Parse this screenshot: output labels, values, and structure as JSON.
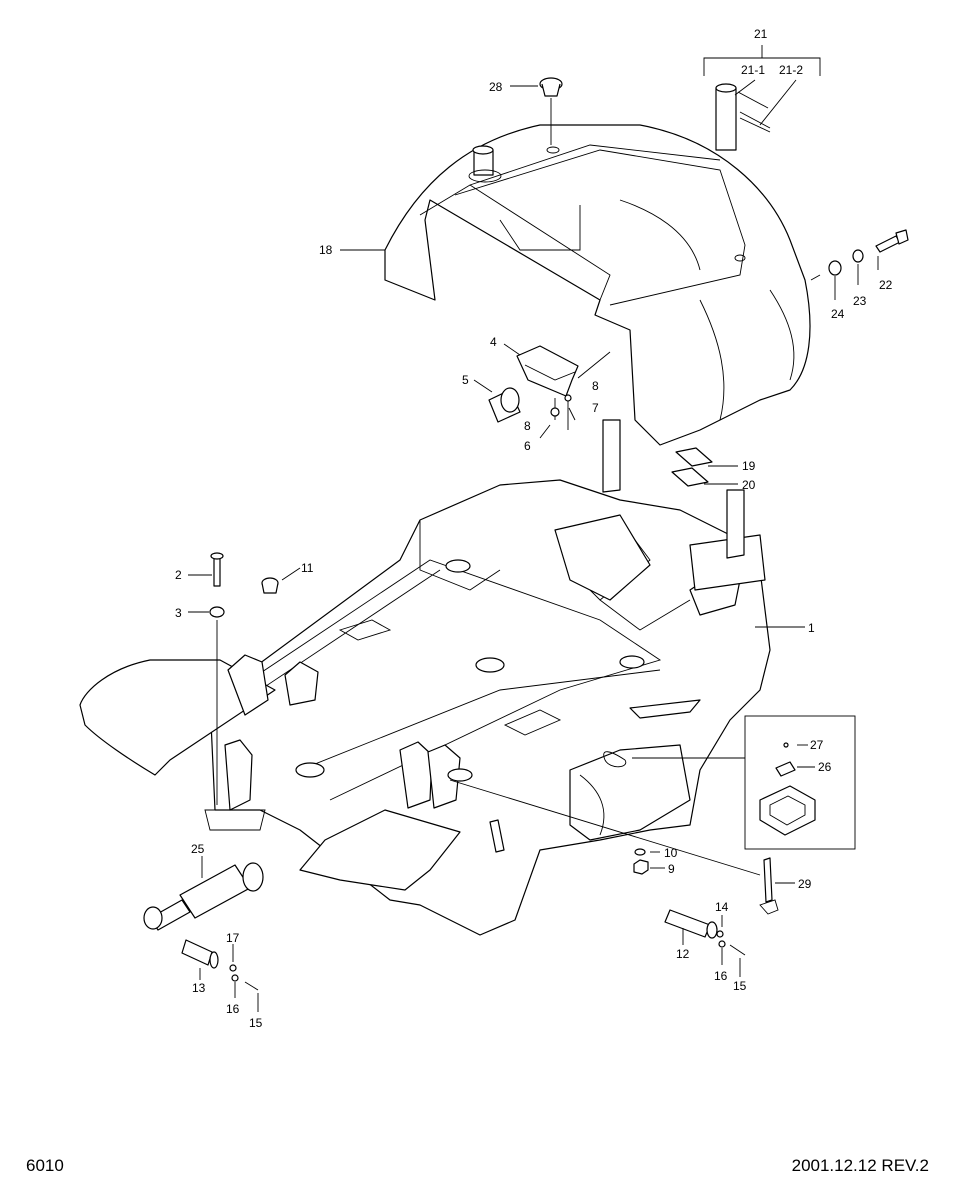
{
  "footer": {
    "sheet_number": "6010",
    "revision": "2001.12.12 REV.2"
  },
  "callouts": {
    "p1": "1",
    "p2": "2",
    "p3": "3",
    "p4": "4",
    "p5": "5",
    "p6": "6",
    "p7": "7",
    "p8a": "8",
    "p8b": "8",
    "p9": "9",
    "p10": "10",
    "p11": "11",
    "p12": "12",
    "p13": "13",
    "p14": "14",
    "p15a": "15",
    "p15b": "15",
    "p16a": "16",
    "p16b": "16",
    "p17": "17",
    "p18": "18",
    "p19": "19",
    "p20": "20",
    "p21": "21",
    "p21_1": "21-1",
    "p21_2": "21-2",
    "p22": "22",
    "p23": "23",
    "p24": "24",
    "p25": "25",
    "p26": "26",
    "p27": "27",
    "p28": "28",
    "p29": "29"
  }
}
